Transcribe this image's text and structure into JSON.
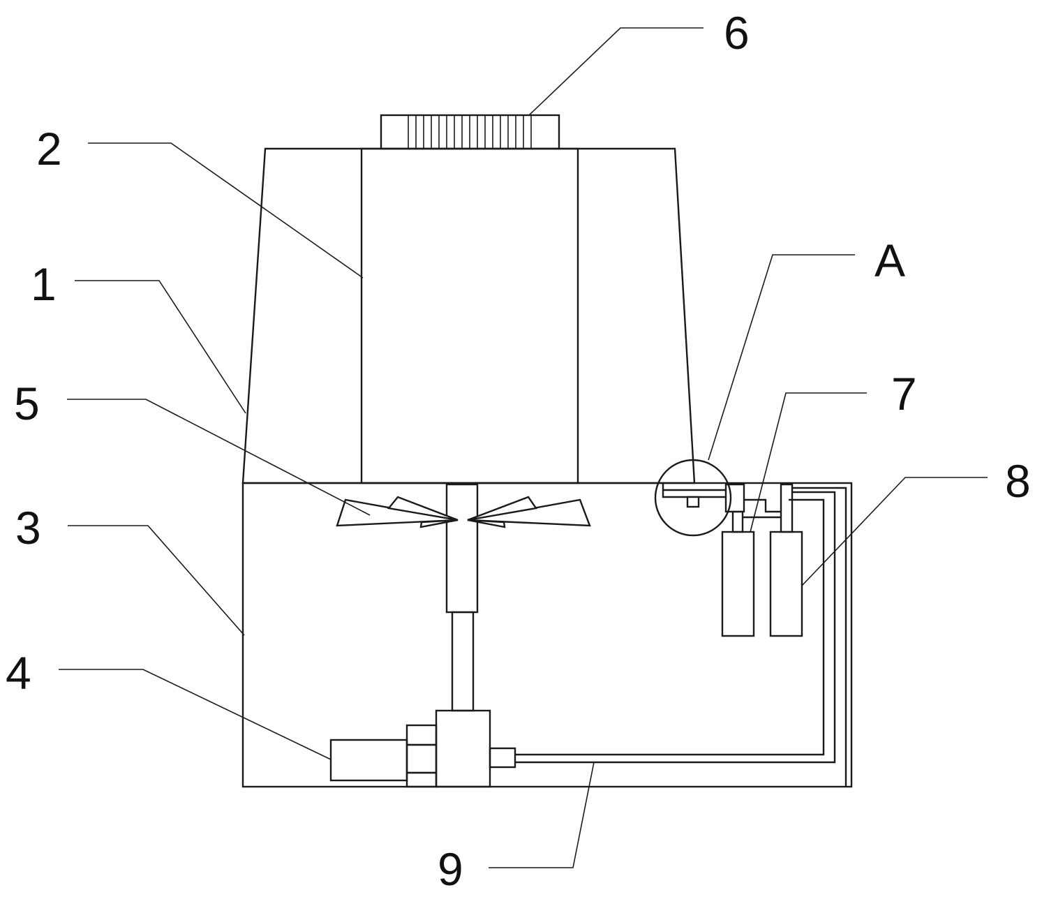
{
  "labels": {
    "l1": "1",
    "l2": "2",
    "l3": "3",
    "l4": "4",
    "l5": "5",
    "l6": "6",
    "l7": "7",
    "l8": "8",
    "l9": "9",
    "lA": "A"
  },
  "colors": {
    "line": "#1a1a1a",
    "background": "#ffffff"
  }
}
